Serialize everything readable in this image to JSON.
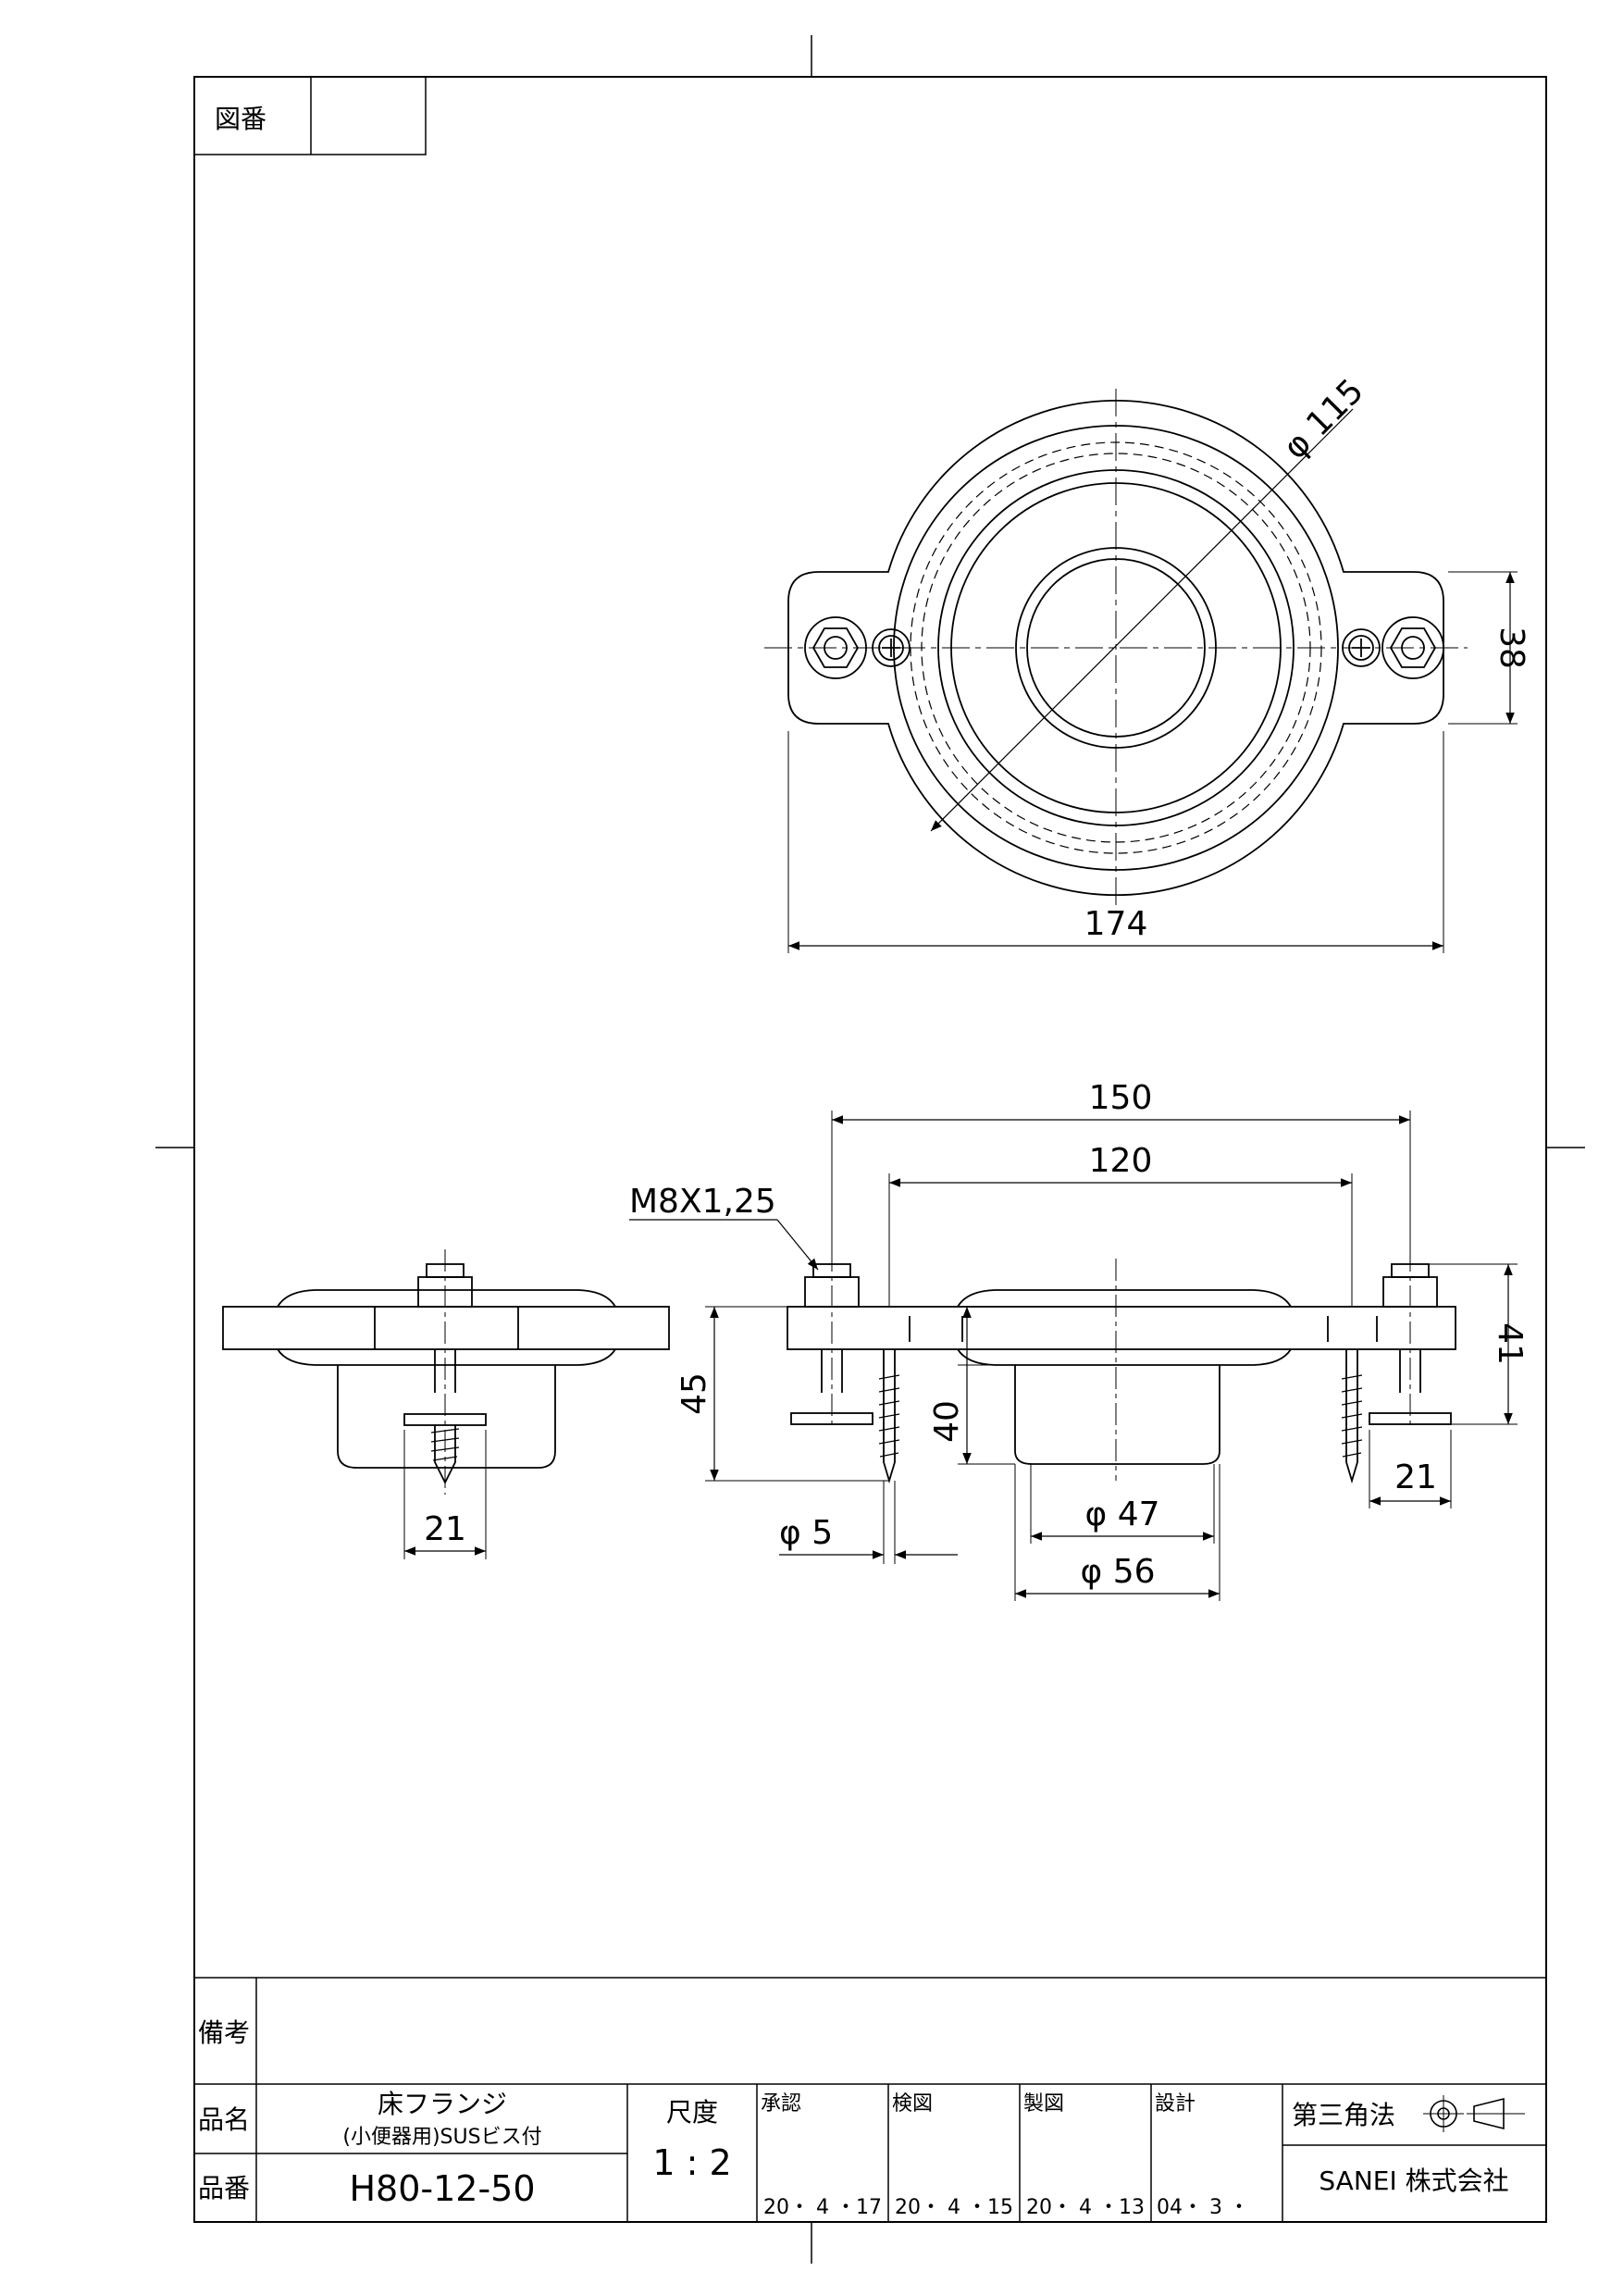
{
  "drawing_number": {
    "label": "図番",
    "value": ""
  },
  "top_view": {
    "dims": {
      "diameter_outer": "φ 115",
      "width": "174",
      "lug_height": "38"
    }
  },
  "side_view": {
    "thread_spec": "M8X1,25",
    "dims": {
      "bolt_span": "150",
      "screw_span": "120",
      "left_bolt_width": "21",
      "right_bolt_width": "21",
      "height_45": "45",
      "height_40": "40",
      "height_41": "41",
      "screw_diameter": "φ 5",
      "spigot_inner": "φ 47",
      "spigot_outer": "φ 56"
    }
  },
  "title_block": {
    "remarks_label": "備考",
    "remarks_value": "",
    "product_name_label": "品名",
    "product_name_line1": "床フランジ",
    "product_name_line2": "(小便器用)SUSビス付",
    "product_number_label": "品番",
    "product_number": "H80-12-50",
    "scale_label": "尺度",
    "scale_value": "1 : 2",
    "approved_label": "承認",
    "approved_date": "20・ 4 ・17",
    "checked_label": "検図",
    "checked_date": "20・ 4 ・15",
    "drawn_label": "製図",
    "drawn_date": "20・ 4 ・13",
    "designed_label": "設計",
    "designed_date": "04・ 3 ・",
    "projection_label": "第三角法",
    "company": "SANEI 株式会社"
  }
}
